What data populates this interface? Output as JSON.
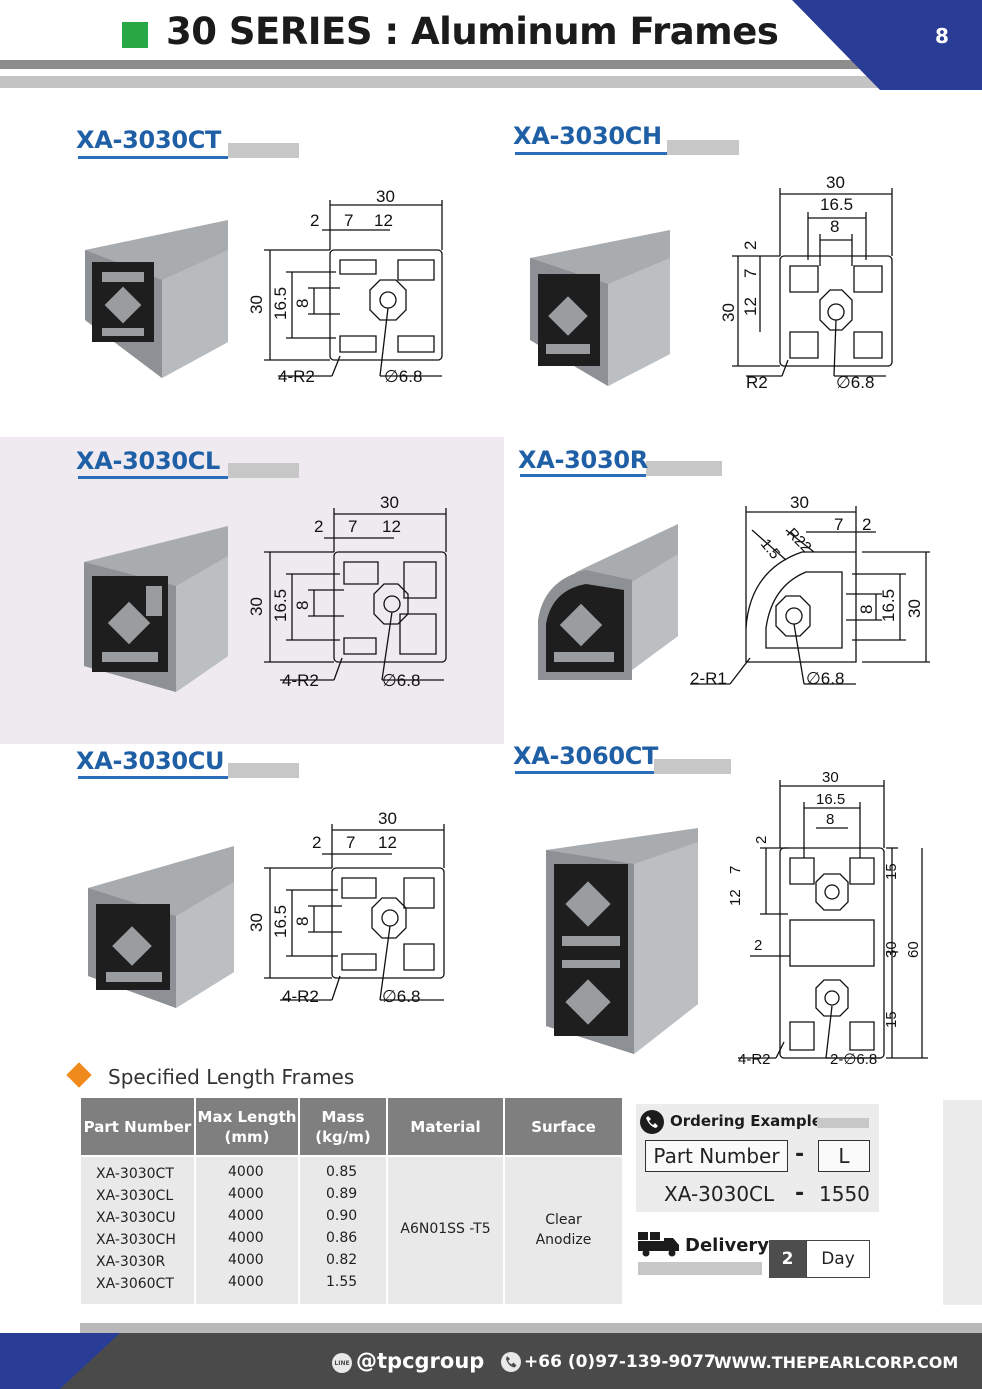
{
  "header": {
    "title": "30 SERIES : Aluminum Frames",
    "page_number": "8",
    "accent_color": "#27a844",
    "brand_color": "#2a3d96"
  },
  "profiles": [
    {
      "part": "XA-3030CT",
      "dims": {
        "overall": "30",
        "d2": "2",
        "d7": "7",
        "d12": "12",
        "h30": "30",
        "h165": "16.5",
        "h8": "8",
        "radius": "4-R2",
        "hole": "∅6.8"
      }
    },
    {
      "part": "XA-3030CH",
      "dims": {
        "overall": "30",
        "d165": "16.5",
        "d8": "8",
        "v2": "2",
        "v7": "7",
        "v12": "12",
        "h30": "30",
        "radius": "R2",
        "hole": "∅6.8"
      }
    },
    {
      "part": "XA-3030CL",
      "dims": {
        "overall": "30",
        "d2": "2",
        "d7": "7",
        "d12": "12",
        "h30": "30",
        "h165": "16.5",
        "h8": "8",
        "radius": "4-R2",
        "hole": "∅6.8"
      }
    },
    {
      "part": "XA-3030R",
      "dims": {
        "overall": "30",
        "r22": "R22",
        "w15": "1.5",
        "d7": "7",
        "d2": "2",
        "h8": "8",
        "h165": "16.5",
        "h30": "30",
        "radius": "2-R1",
        "hole": "∅6.8"
      }
    },
    {
      "part": "XA-3030CU",
      "dims": {
        "overall": "30",
        "d2": "2",
        "d7": "7",
        "d12": "12",
        "h30": "30",
        "h165": "16.5",
        "h8": "8",
        "radius": "4-R2",
        "hole": "∅6.8"
      }
    },
    {
      "part": "XA-3060CT",
      "dims": {
        "overall": "30",
        "d165": "16.5",
        "d8": "8",
        "v2": "2",
        "v7": "7",
        "v12": "12",
        "mid2": "2",
        "h15a": "15",
        "h30": "30",
        "h60": "60",
        "h15b": "15",
        "radius": "4-R2",
        "hole": "2-∅6.8"
      }
    }
  ],
  "spec": {
    "title": "Specified Length Frames",
    "headers": {
      "part": "Part Number",
      "max_length": "Max Length",
      "max_length_unit": "(mm)",
      "mass": "Mass",
      "mass_unit": "(kg/m)",
      "material": "Material",
      "surface": "Surface"
    },
    "rows": [
      {
        "part": "XA-3030CT",
        "max_length": "4000",
        "mass": "0.85"
      },
      {
        "part": "XA-3030CL",
        "max_length": "4000",
        "mass": "0.89"
      },
      {
        "part": "XA-3030CU",
        "max_length": "4000",
        "mass": "0.90"
      },
      {
        "part": "XA-3030CH",
        "max_length": "4000",
        "mass": "0.86"
      },
      {
        "part": "XA-3030R",
        "max_length": "4000",
        "mass": "0.82"
      },
      {
        "part": "XA-3060CT",
        "max_length": "4000",
        "mass": "1.55"
      }
    ],
    "material": "A6N01SS -T5",
    "surface_line1": "Clear",
    "surface_line2": "Anodize"
  },
  "ordering": {
    "title": "Ordering Example",
    "label_part": "Part Number",
    "label_length": "L",
    "dash": "-",
    "example_part": "XA-3030CL",
    "example_length": "1550"
  },
  "delivery": {
    "title": "Delivery",
    "value": "2",
    "unit": "Day"
  },
  "footer": {
    "line_icon": "LINE",
    "handle": "@tpcgroup",
    "phone": "+66 (0)97-139-9077",
    "website": "WWW.THEPEARLCORP.COM"
  }
}
